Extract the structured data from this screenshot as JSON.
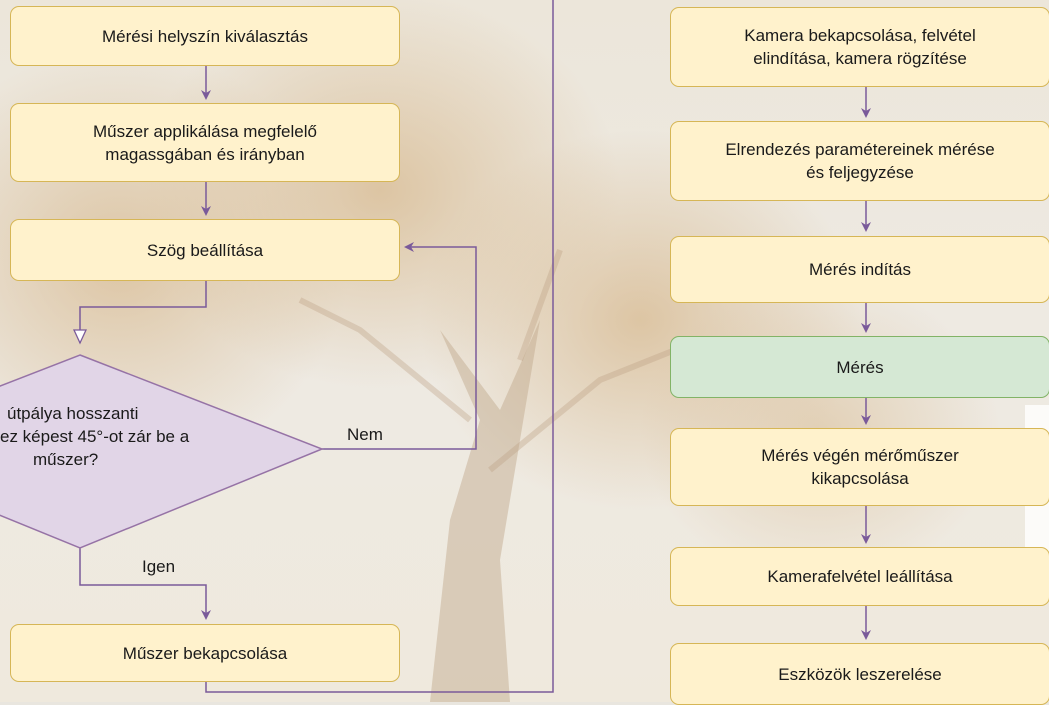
{
  "left": {
    "step_select_site": "Mérési helyszín kiválasztás",
    "step_apply_line1": "Műszer applikálása megfelelő",
    "step_apply_line2": "magassgában és irányban",
    "step_angle": "Szög beállítása",
    "decision_line1": "útpálya hosszanti",
    "decision_line2": "ez képest 45°-ot zár be a",
    "decision_line3": "műszer?",
    "label_no": "Nem",
    "label_yes": "Igen",
    "step_power_on": "Műszer bekapcsolása"
  },
  "right": {
    "step_camera_line1": "Kamera bekapcsolása, felvétel",
    "step_camera_line2": "elindítása, kamera rögzítése",
    "step_params_line1": "Elrendezés paramétereinek mérése",
    "step_params_line2": "és feljegyzése",
    "step_start": "Mérés indítás",
    "step_measure": "Mérés",
    "step_end_line1": "Mérés végén mérőműszer",
    "step_end_line2": "kikapcsolása",
    "step_stop_recording": "Kamerafelvétel leállítása",
    "step_dismantle": "Eszközök leszerelése"
  },
  "colors": {
    "process_fill": "#fff2cc",
    "process_stroke": "#d6b656",
    "measure_fill": "#d5e8d4",
    "measure_stroke": "#82b366",
    "decision_fill": "#e1d5e7",
    "connector": "#7a5a9a"
  }
}
